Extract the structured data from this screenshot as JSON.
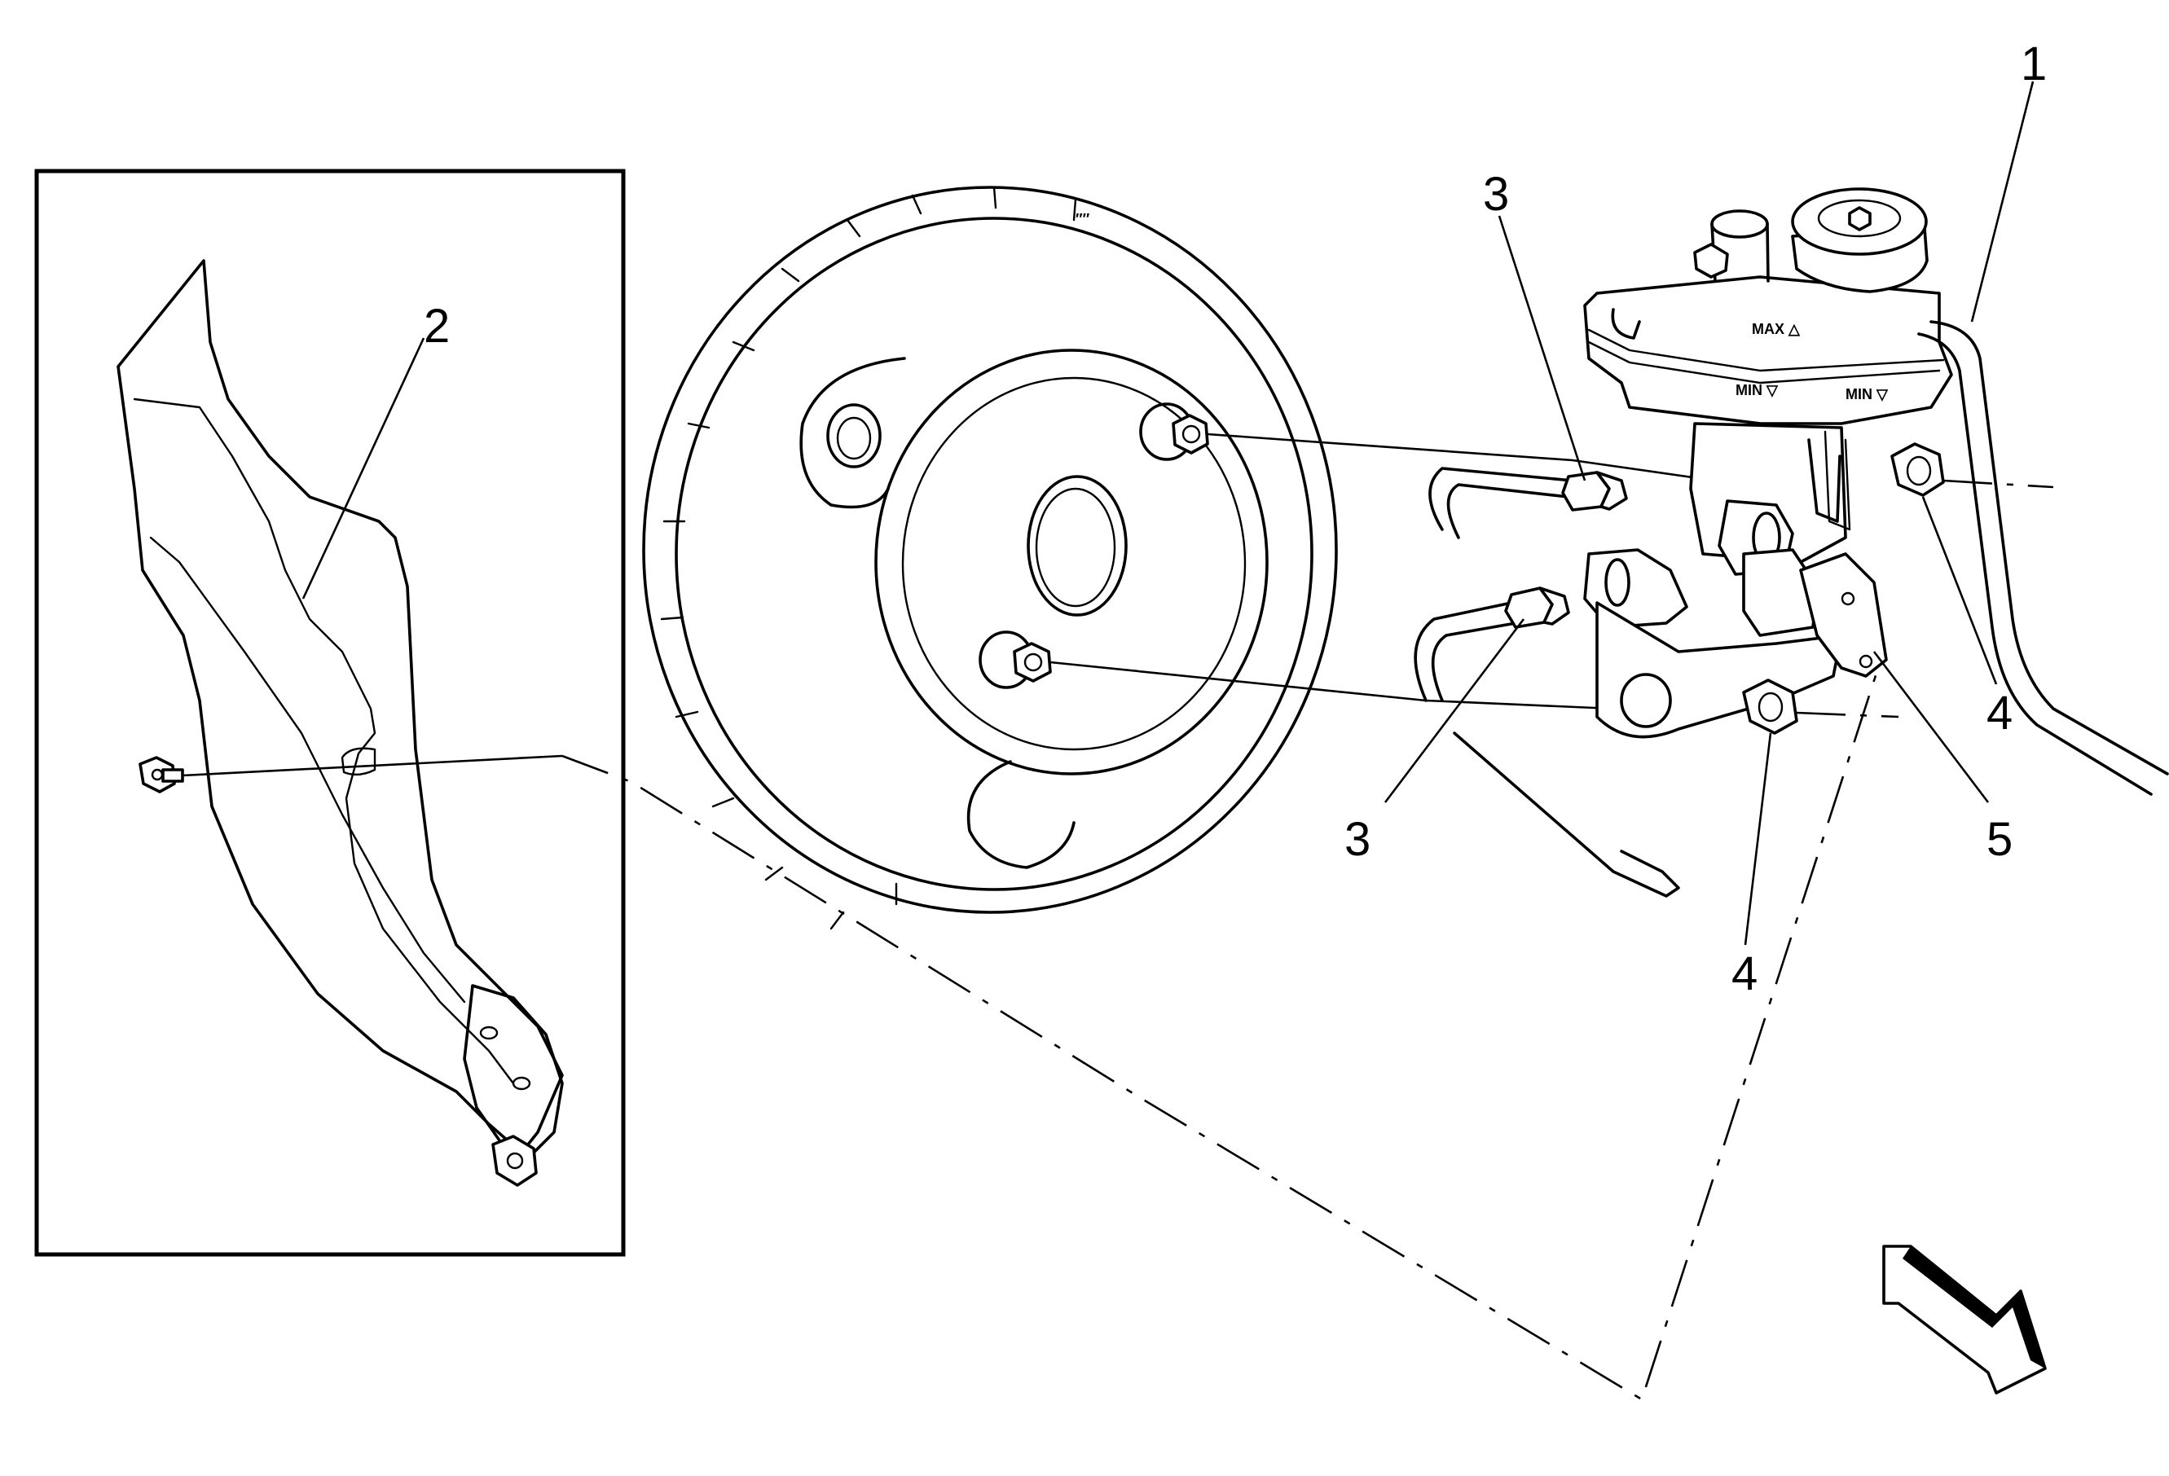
{
  "callouts": {
    "c1": "1",
    "c2": "2",
    "c3_upper": "3",
    "c3_lower": "3",
    "c4_right": "4",
    "c4_lower": "4",
    "c5": "5"
  },
  "reservoir_marks": {
    "max": "MAX △",
    "min_left": "MIN ▽",
    "min_right": "MIN ▽"
  },
  "icons": [
    "view-direction-arrow-icon"
  ],
  "colors": {
    "line": "#000000",
    "background": "#ffffff"
  }
}
